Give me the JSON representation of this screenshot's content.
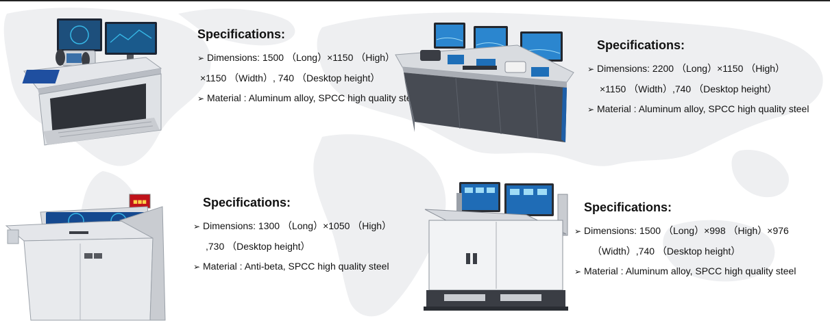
{
  "products": [
    {
      "title": "Specifications:",
      "dimensions_line1": "Dimensions: 1500 （Long）×1150 （High）",
      "dimensions_line2": "×1150 （Width）, 740 （Desktop height）",
      "material": "Material : Aluminum alloy, SPCC high quality steel"
    },
    {
      "title": "Specifications:",
      "dimensions_line1": "Dimensions: 2200 （Long）×1150 （High）",
      "dimensions_line2": "×1150 （Width）,740 （Desktop height）",
      "material": "Material : Aluminum alloy, SPCC high quality steel"
    },
    {
      "title": "Specifications:",
      "dimensions_line1": "Dimensions: 1300 （Long）×1050 （High）",
      "dimensions_line2": ",730 （Desktop height）",
      "material": "Material : Anti-beta, SPCC high quality steel"
    },
    {
      "title": "Specifications:",
      "dimensions_line1": "Dimensions: 1500 （Long）×998 （High）×976",
      "dimensions_line2": "（Width）,740 （Desktop height）",
      "material": "Material : Aluminum alloy, SPCC high quality steel"
    }
  ],
  "colors": {
    "map": "#eeeff1",
    "console_light": "#e4e6ea",
    "console_mid": "#b9bdc4",
    "console_dark": "#3a3d44",
    "screen": "#1e6fb8",
    "screen_glow": "#36b7e6",
    "sign_red": "#c0121a"
  },
  "icons": [
    "arrow-bullet-icon"
  ]
}
